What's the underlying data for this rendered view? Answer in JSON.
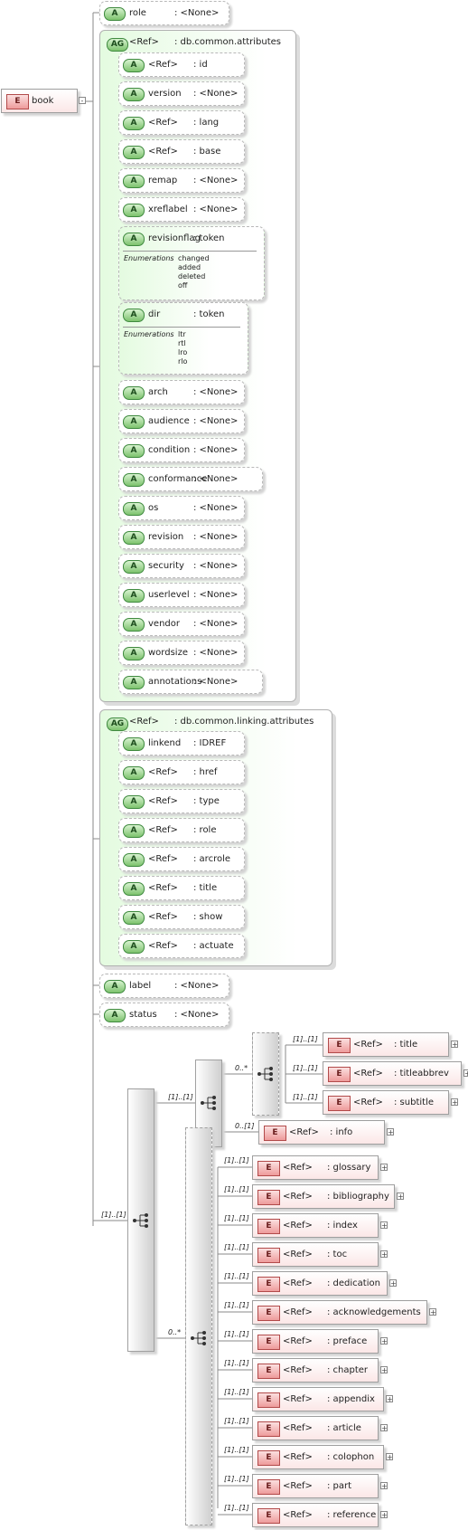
{
  "root": {
    "badge": "E",
    "name": "book",
    "collapse": "-"
  },
  "attr_badge": "A",
  "elem_badge": "E",
  "group_badge": "AG",
  "ref": "<Ref>",
  "top_attrs": [
    {
      "name": "role",
      "type": ": <None>"
    }
  ],
  "common_group": {
    "ref": "<Ref>",
    "type": ": db.common.attributes"
  },
  "common_attrs": [
    {
      "name": "<Ref>",
      "type": ": id"
    },
    {
      "name": "version",
      "type": ": <None>"
    },
    {
      "name": "<Ref>",
      "type": ": lang"
    },
    {
      "name": "<Ref>",
      "type": ": base"
    },
    {
      "name": "remap",
      "type": ": <None>"
    },
    {
      "name": "xreflabel",
      "type": ": <None>"
    }
  ],
  "enum_attrs": [
    {
      "name": "revisionflag",
      "type": ": token",
      "label": "Enumerations",
      "values": [
        "changed",
        "added",
        "deleted",
        "off"
      ]
    },
    {
      "name": "dir",
      "type": ": token",
      "label": "Enumerations",
      "values": [
        "ltr",
        "rtl",
        "lro",
        "rlo"
      ]
    }
  ],
  "common_attrs2": [
    {
      "name": "arch",
      "type": ": <None>"
    },
    {
      "name": "audience",
      "type": ": <None>"
    },
    {
      "name": "condition",
      "type": ": <None>"
    },
    {
      "name": "conformance",
      "type": ": <None>"
    },
    {
      "name": "os",
      "type": ": <None>"
    },
    {
      "name": "revision",
      "type": ": <None>"
    },
    {
      "name": "security",
      "type": ": <None>"
    },
    {
      "name": "userlevel",
      "type": ": <None>"
    },
    {
      "name": "vendor",
      "type": ": <None>"
    },
    {
      "name": "wordsize",
      "type": ": <None>"
    },
    {
      "name": "annotations",
      "type": ": <None>"
    }
  ],
  "linking_group": {
    "ref": "<Ref>",
    "type": ": db.common.linking.attributes"
  },
  "linking_attrs": [
    {
      "name": "linkend",
      "type": ": IDREF"
    },
    {
      "name": "<Ref>",
      "type": ": href"
    },
    {
      "name": "<Ref>",
      "type": ": type"
    },
    {
      "name": "<Ref>",
      "type": ": role"
    },
    {
      "name": "<Ref>",
      "type": ": arcrole"
    },
    {
      "name": "<Ref>",
      "type": ": title"
    },
    {
      "name": "<Ref>",
      "type": ": show"
    },
    {
      "name": "<Ref>",
      "type": ": actuate"
    }
  ],
  "bottom_attrs": [
    {
      "name": "label",
      "type": ": <None>"
    },
    {
      "name": "status",
      "type": ": <None>"
    }
  ],
  "cardinality": {
    "main_seq": "[1]..[1]",
    "info_seq": "[1]..[1]",
    "title_choice": "0..*",
    "info": "0..[1]",
    "body_choice": "0..*",
    "one": "[1]..[1]"
  },
  "title_elems": [
    {
      "name": "<Ref>",
      "type": ": title"
    },
    {
      "name": "<Ref>",
      "type": ": titleabbrev"
    },
    {
      "name": "<Ref>",
      "type": ": subtitle"
    }
  ],
  "info_elem": {
    "name": "<Ref>",
    "type": ": info"
  },
  "body_elems": [
    {
      "name": "<Ref>",
      "type": ": glossary"
    },
    {
      "name": "<Ref>",
      "type": ": bibliography"
    },
    {
      "name": "<Ref>",
      "type": ": index"
    },
    {
      "name": "<Ref>",
      "type": ": toc"
    },
    {
      "name": "<Ref>",
      "type": ": dedication"
    },
    {
      "name": "<Ref>",
      "type": ": acknowledgements"
    },
    {
      "name": "<Ref>",
      "type": ": preface"
    },
    {
      "name": "<Ref>",
      "type": ": chapter"
    },
    {
      "name": "<Ref>",
      "type": ": appendix"
    },
    {
      "name": "<Ref>",
      "type": ": article"
    },
    {
      "name": "<Ref>",
      "type": ": colophon"
    },
    {
      "name": "<Ref>",
      "type": ": part"
    },
    {
      "name": "<Ref>",
      "type": ": reference"
    }
  ],
  "expand_glyph": "+"
}
